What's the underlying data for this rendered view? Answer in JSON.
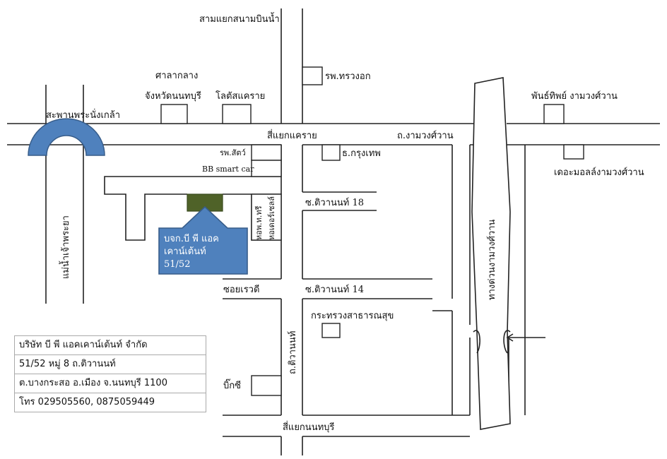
{
  "labels": {
    "sam_yaek_sanam_bin_nam": "สามแยกสนามบินน้ำ",
    "rp_sorawong": "รพ.ทรวงอก",
    "sala_klang_1": "ศาลากลาง",
    "sala_klang_2": "จังหวัดนนทบุรี",
    "lotus": "โลตัสแคราย",
    "bridge": "สะพานพระนั่งเกล้า",
    "phanthip": "พันธ์ทิพย์ งามวงศ์วาน",
    "sii_yaek_khae_rai": "สี่แยกแคราย",
    "thanon_ngam_wong_wan": "ถ.งามวงศ์วาน",
    "rp_sat": "รพ.สัตว์",
    "bb_smart_car": "BB smart car",
    "bank_krungthep": "ธ.กรุงเทพ",
    "the_mall": "เดอะมอลล์งามวงศ์วาน",
    "soi_tiwanon_18": "ซ.ติวานนท์ 18",
    "river": "แม่น้ำเจ้าพระยา",
    "dorm_1": "หอพ.ท.ทรี",
    "dorm_2": "หอเดอร์เซลล์",
    "company_line1": "บจก.บี พี แอค",
    "company_line2": "เคาน์เต้นท์",
    "company_line3": "51/52",
    "expressway": "ทางด่วนงามวงศ์วาน",
    "soi_rewadee": "ซอยเรวดี",
    "soi_tiwanon_14": "ซ.ติวานนท์ 14",
    "ministry": "กระทรวงสาธารณสุข",
    "thanon_tiwanon": "ถ.ติวานนท์",
    "big_c": "บิ๊กซี",
    "sii_yaek_nonthaburi": "สี่แยกนนทบุรี"
  },
  "info": {
    "line1": "บริษัท บี พี แอคเคาน์เต้นท์ จำกัด",
    "line2": "51/52 หมู่ 8 ถ.ติวานนท์",
    "line3": "ต.บางกระสอ อ.เมือง จ.นนทบุรี 1100",
    "line4": "โทร 029505560, 0875059449"
  },
  "colors": {
    "target_building": "#4f6228",
    "callout_fill": "#4f81bd",
    "callout_stroke": "#385d8a",
    "bridge_fill": "#4f81bd"
  }
}
